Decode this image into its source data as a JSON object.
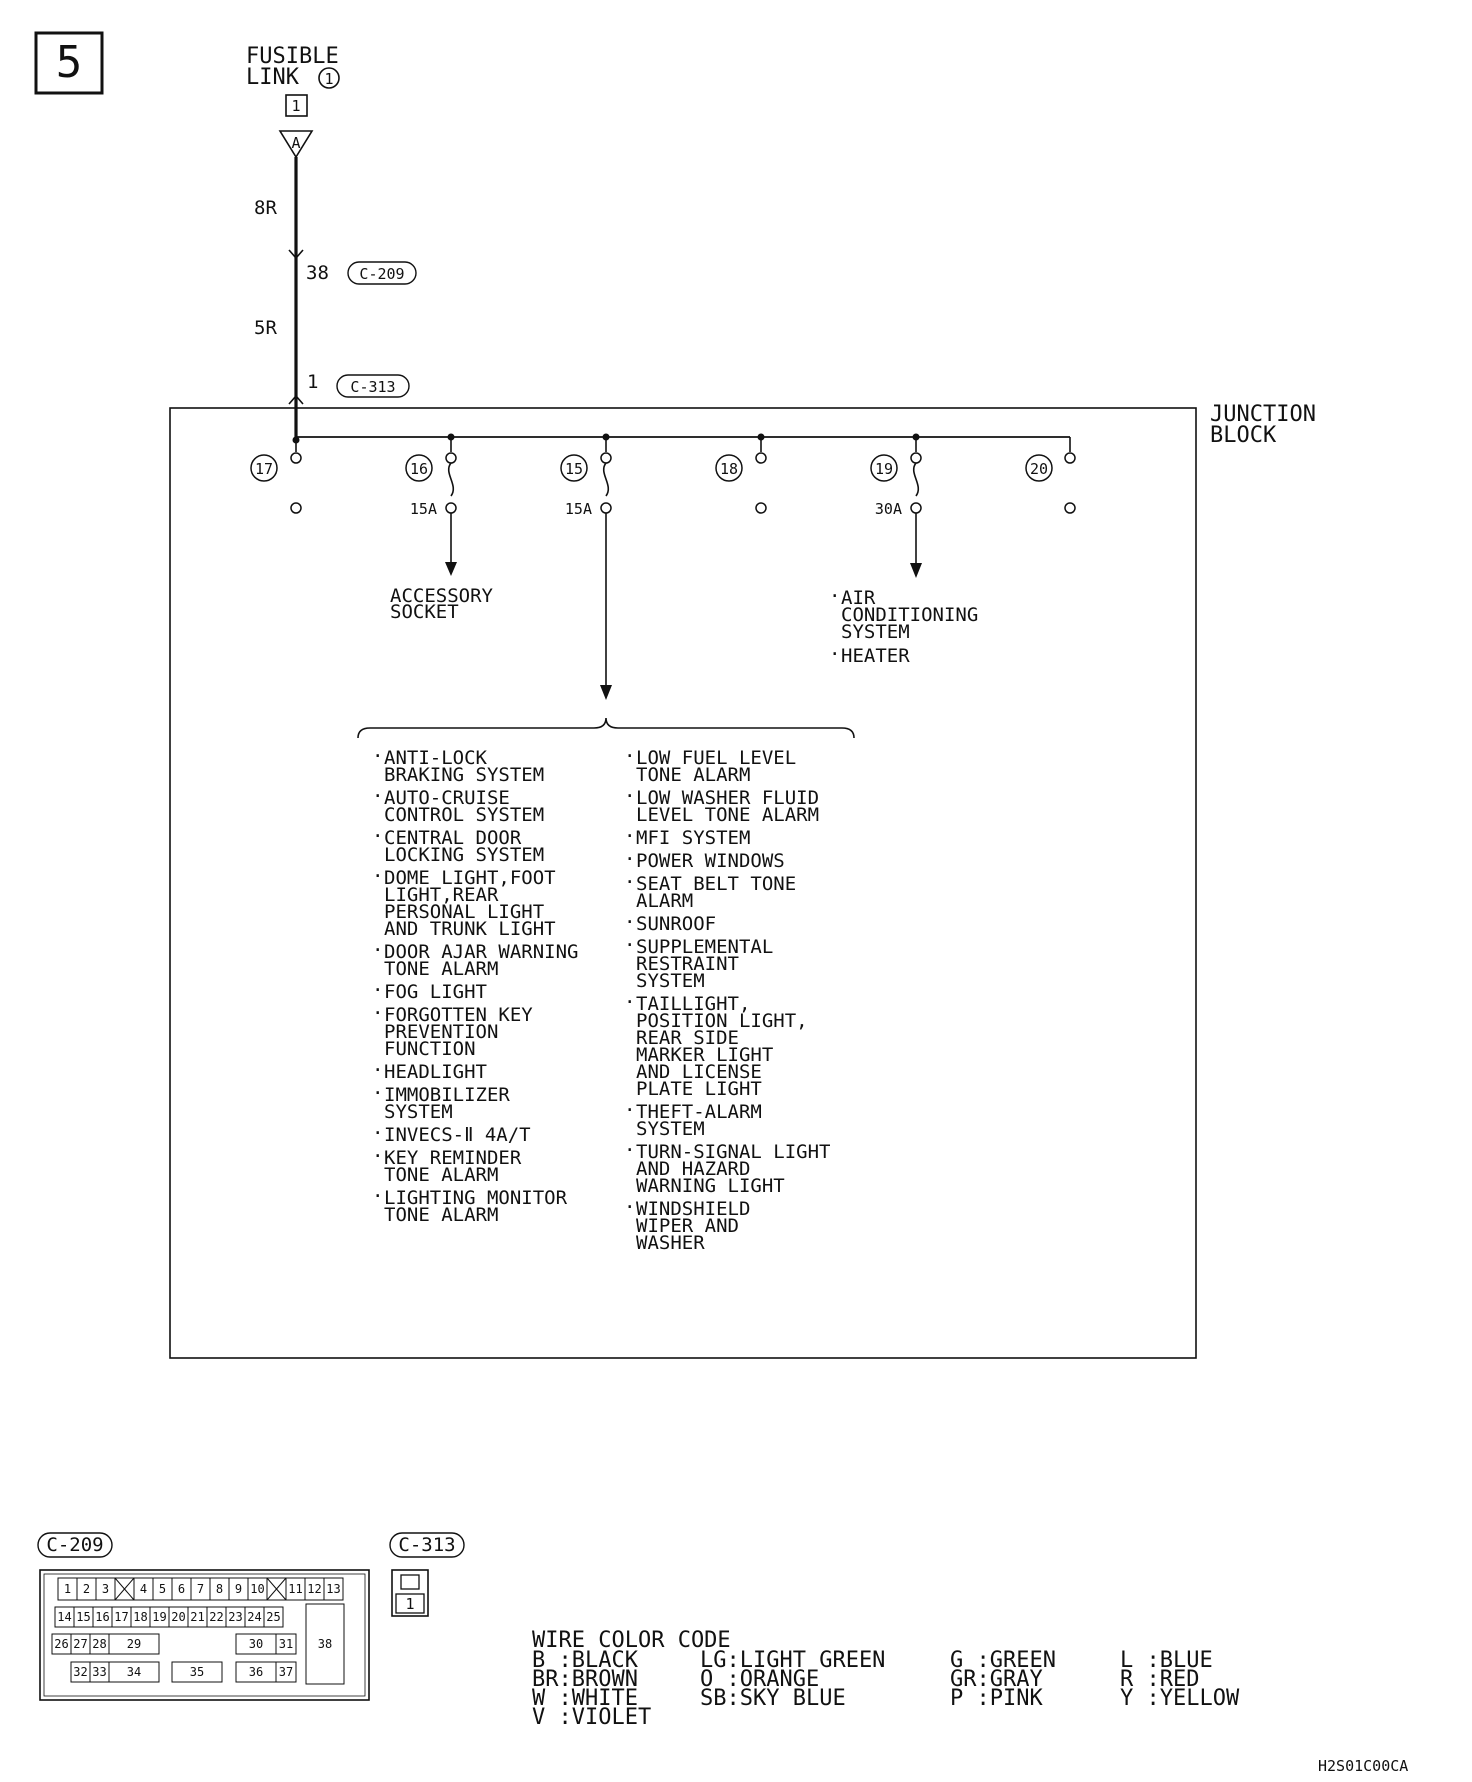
{
  "page_number": "5",
  "fusible_link": {
    "line1": "FUSIBLE",
    "line2": "LINK",
    "circled": "1",
    "box": "1",
    "triangle": "A"
  },
  "wires": {
    "upper_color": "8R",
    "lower_color": "5R"
  },
  "connectors": {
    "c209_pin": "38",
    "c209_label": "C-209",
    "c313_pin": "1",
    "c313_label": "C-313"
  },
  "junction_block": {
    "line1": "JUNCTION",
    "line2": "BLOCK"
  },
  "fuses": [
    {
      "num": "17",
      "rating": ""
    },
    {
      "num": "16",
      "rating": "15A"
    },
    {
      "num": "15",
      "rating": "15A"
    },
    {
      "num": "18",
      "rating": ""
    },
    {
      "num": "19",
      "rating": "30A"
    },
    {
      "num": "20",
      "rating": ""
    }
  ],
  "accessory": {
    "line1": "ACCESSORY",
    "line2": "SOCKET"
  },
  "fuse19_loads": [
    [
      "AIR",
      "CONDITIONING",
      "SYSTEM"
    ],
    [
      "HEATER"
    ]
  ],
  "fuse15_loads_left": [
    [
      "ANTI-LOCK",
      "BRAKING SYSTEM"
    ],
    [
      "AUTO-CRUISE",
      "CONTROL SYSTEM"
    ],
    [
      "CENTRAL DOOR",
      "LOCKING SYSTEM"
    ],
    [
      "DOME LIGHT,FOOT",
      "LIGHT,REAR",
      "PERSONAL LIGHT",
      "AND TRUNK LIGHT"
    ],
    [
      "DOOR AJAR WARNING",
      "TONE ALARM"
    ],
    [
      "FOG LIGHT"
    ],
    [
      "FORGOTTEN KEY",
      "PREVENTION",
      "FUNCTION"
    ],
    [
      "HEADLIGHT"
    ],
    [
      "IMMOBILIZER",
      "SYSTEM"
    ],
    [
      "INVECS-Ⅱ 4A/T"
    ],
    [
      "KEY REMINDER",
      "TONE ALARM"
    ],
    [
      "LIGHTING MONITOR",
      "TONE ALARM"
    ]
  ],
  "fuse15_loads_right": [
    [
      "LOW FUEL LEVEL",
      "TONE ALARM"
    ],
    [
      "LOW WASHER FLUID",
      "LEVEL TONE ALARM"
    ],
    [
      "MFI SYSTEM"
    ],
    [
      "POWER WINDOWS"
    ],
    [
      "SEAT BELT TONE",
      "ALARM"
    ],
    [
      "SUNROOF"
    ],
    [
      "SUPPLEMENTAL",
      "RESTRAINT",
      "SYSTEM"
    ],
    [
      "TAILLIGHT,",
      "POSITION LIGHT,",
      "REAR SIDE",
      "MARKER LIGHT",
      "AND LICENSE",
      "PLATE LIGHT"
    ],
    [
      "THEFT-ALARM",
      "SYSTEM"
    ],
    [
      "TURN-SIGNAL LIGHT",
      "AND HAZARD",
      "WARNING LIGHT"
    ],
    [
      "WINDSHIELD",
      "WIPER AND",
      "WASHER"
    ]
  ],
  "c209_diagram": {
    "label": "C-209",
    "row1": [
      "1",
      "2",
      "3",
      "X",
      "4",
      "5",
      "6",
      "7",
      "8",
      "9",
      "10",
      "X",
      "11",
      "12",
      "13"
    ],
    "row2": [
      "14",
      "15",
      "16",
      "17",
      "18",
      "19",
      "20",
      "21",
      "22",
      "23",
      "24",
      "25"
    ],
    "row3": [
      "26",
      "27",
      "28",
      "29",
      "30",
      "31",
      "38"
    ],
    "row4": [
      "32",
      "33",
      "34",
      "35",
      "36",
      "37"
    ]
  },
  "c313_diagram": {
    "label": "C-313",
    "pin": "1"
  },
  "wire_color_code": {
    "title": "WIRE COLOR CODE",
    "entries": [
      "B :BLACK",
      "BR:BROWN",
      "W :WHITE",
      "V :VIOLET",
      "LG:LIGHT GREEN",
      "O :ORANGE",
      "SB:SKY BLUE",
      "G :GREEN",
      "GR:GRAY",
      "P :PINK",
      "L :BLUE",
      "R :RED",
      "Y :YELLOW"
    ]
  },
  "figure_code": "H2S01C00CA"
}
